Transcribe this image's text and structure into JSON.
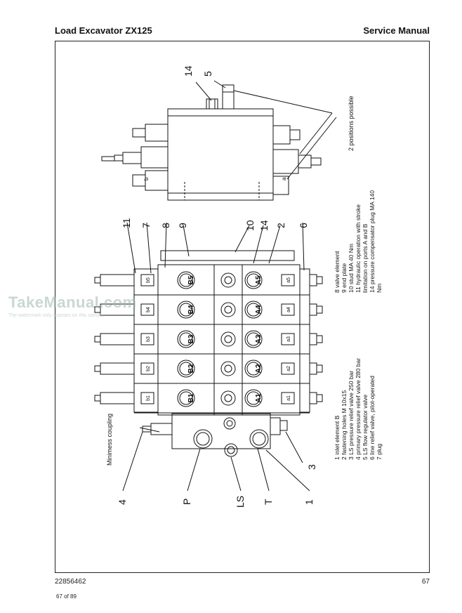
{
  "header": {
    "left_title": "Load Excavator ZX125",
    "right_title": "Service Manual"
  },
  "diagram": {
    "top_callouts": [
      "14",
      "5"
    ],
    "positions_note": "2 positions possible",
    "top_port_labels": [
      "b",
      "a"
    ],
    "callouts_top_row": [
      "11",
      "7",
      "8",
      "9",
      "10",
      "14",
      "2",
      "6"
    ],
    "callouts_bottom_row": [
      "4",
      "P",
      "LS",
      "T",
      "1",
      "3"
    ],
    "side_label": "Minimess coupling",
    "b_ports": [
      "B5",
      "B4",
      "B3",
      "B2",
      "B1"
    ],
    "a_ports": [
      "A5",
      "A4",
      "A3",
      "A2",
      "A1"
    ],
    "b_small": [
      "b5",
      "b4",
      "b3",
      "b2",
      "b1"
    ],
    "a_small": [
      "a5",
      "a4",
      "a3",
      "a2",
      "a1"
    ]
  },
  "legend_right": [
    "8  valve element",
    "9  end plate",
    "10 stud MA 40 Nm",
    "11 hydraulic operation with stroke",
    "    limitation on ports A and B",
    "14 pressure compensator plug MA 140",
    "    Nm"
  ],
  "legend_left": [
    "1 inlet element B",
    "2 fastening holes M 10x15",
    "3 LS pressure relief valve 250 bar",
    "4 primary pressure relief valve 280 bar",
    "5 LS flow regulator valve",
    "6 line relief valve, pilot-operated",
    "7 plug"
  ],
  "watermark": {
    "title": "TakeManual.com",
    "note": "The watermark only appears on this sample"
  },
  "footer": {
    "doc_number": "22856462",
    "page_number": "67",
    "page_of": "67 of 89"
  }
}
